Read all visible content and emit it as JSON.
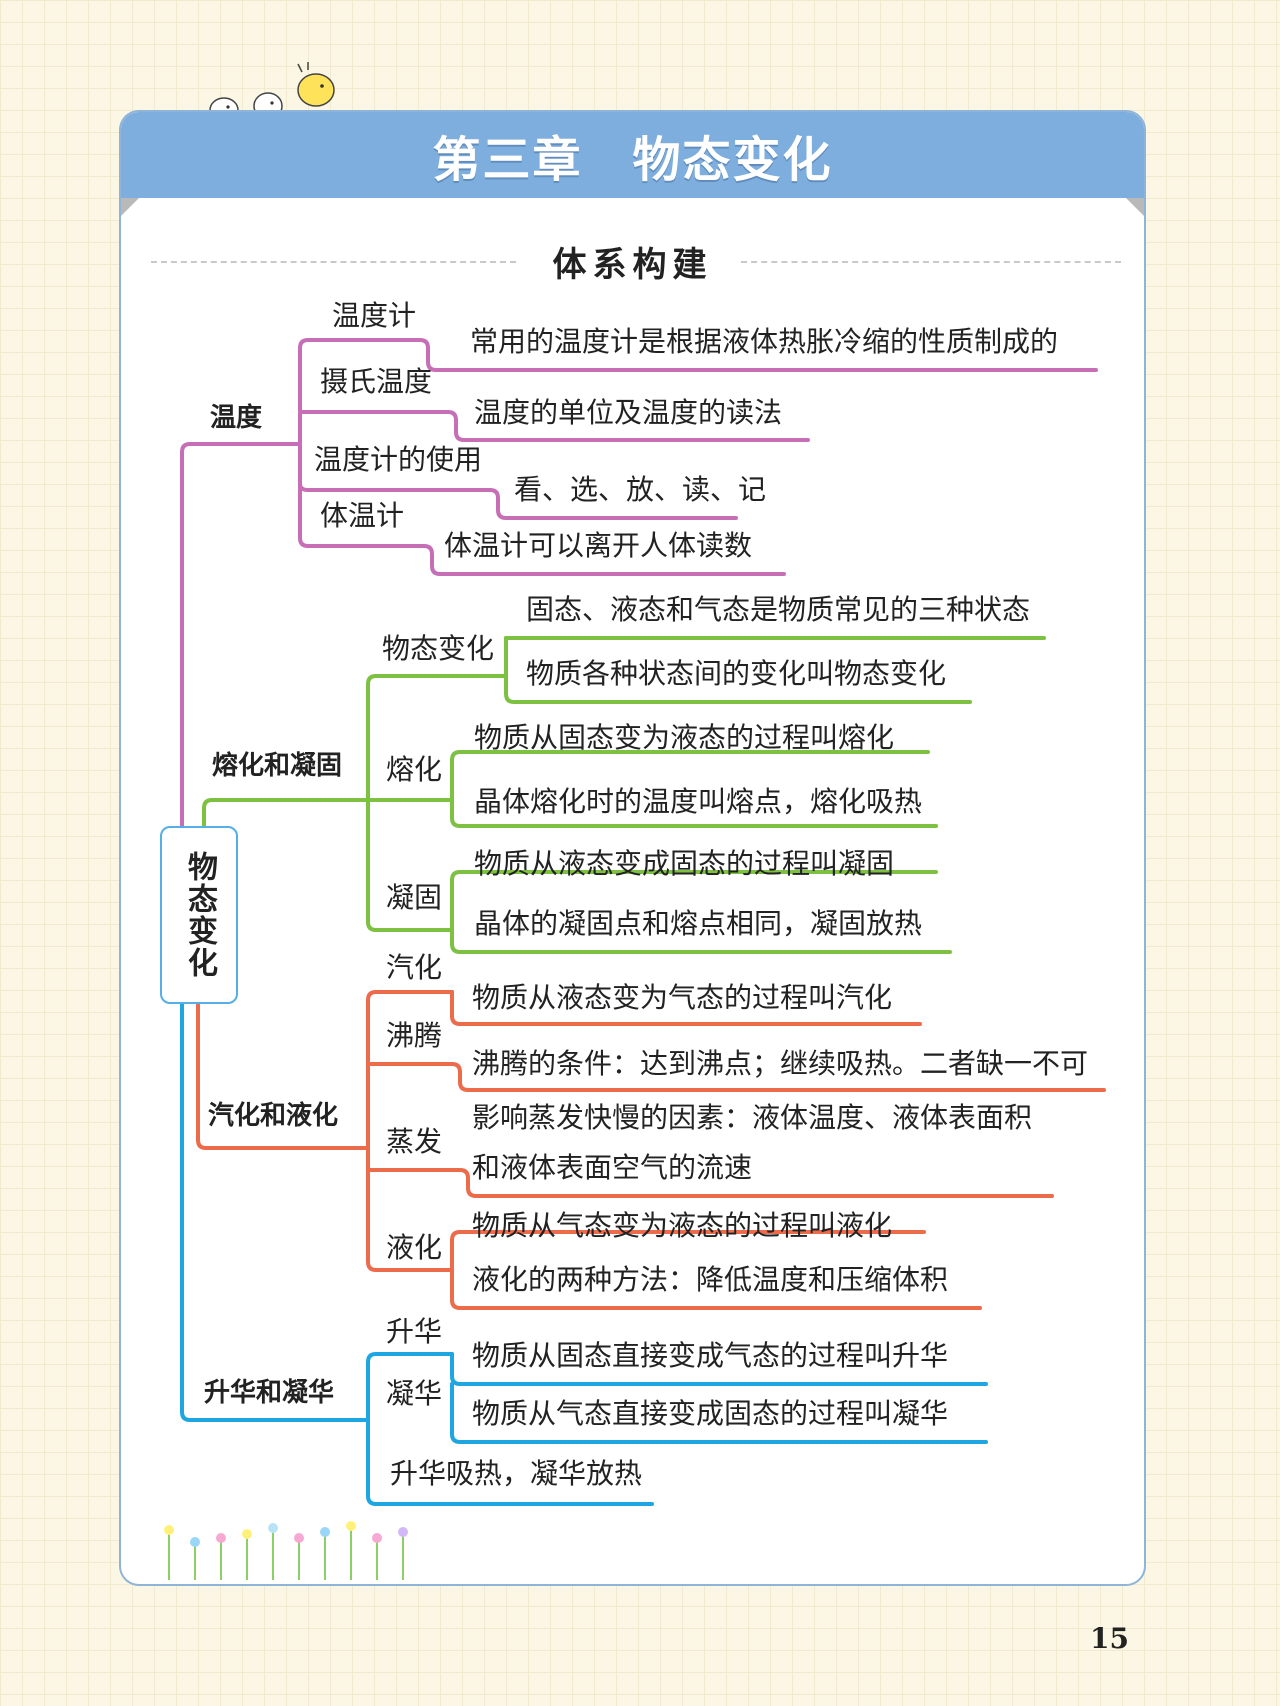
{
  "header": {
    "title": "第三章　物态变化"
  },
  "section": {
    "title": "体系构建"
  },
  "root": "物态变化",
  "temp": {
    "label": "温度",
    "thermometer": "温度计",
    "thermometer_note": "常用的温度计是根据液体热胀冷缩的性质制成的",
    "celsius": "摄氏温度",
    "celsius_note": "温度的单位及温度的读法",
    "usage": "温度计的使用",
    "usage_note": "看、选、放、读、记",
    "clinical": "体温计",
    "clinical_note": "体温计可以离开人体读数"
  },
  "melt": {
    "label": "熔化和凝固",
    "state_change": "物态变化",
    "state_note1": "固态、液态和气态是物质常见的三种状态",
    "state_note2": "物质各种状态间的变化叫物态变化",
    "melting": "熔化",
    "melting_note1": "物质从固态变为液态的过程叫熔化",
    "melting_note2": "晶体熔化时的温度叫熔点，熔化吸热",
    "freezing": "凝固",
    "freezing_note1": "物质从液态变成固态的过程叫凝固",
    "freezing_note2": "晶体的凝固点和熔点相同，凝固放热"
  },
  "vapor": {
    "label": "汽化和液化",
    "vaporization": "汽化",
    "vaporization_note": "物质从液态变为气态的过程叫汽化",
    "boiling": "沸腾",
    "boiling_note": "沸腾的条件：达到沸点；继续吸热。二者缺一不可",
    "evaporation": "蒸发",
    "evaporation_note1": "影响蒸发快慢的因素：液体温度、液体表面积",
    "evaporation_note2": "和液体表面空气的流速",
    "liquefaction": "液化",
    "liquefaction_note1": "物质从气态变为液态的过程叫液化",
    "liquefaction_note2": "液化的两种方法：降低温度和压缩体积"
  },
  "sublim": {
    "label": "升华和凝华",
    "sublimation": "升华",
    "sublimation_note": "物质从固态直接变成气态的过程叫升华",
    "deposition": "凝华",
    "deposition_note": "物质从气态直接变成固态的过程叫凝华",
    "summary": "升华吸热，凝华放热"
  },
  "page_number": "15",
  "colors": {
    "temperature": "#c76fb6",
    "melting": "#7cc142",
    "vaporization": "#ec6b4b",
    "sublimation": "#1ea6e3",
    "header": "#7eaedd"
  }
}
